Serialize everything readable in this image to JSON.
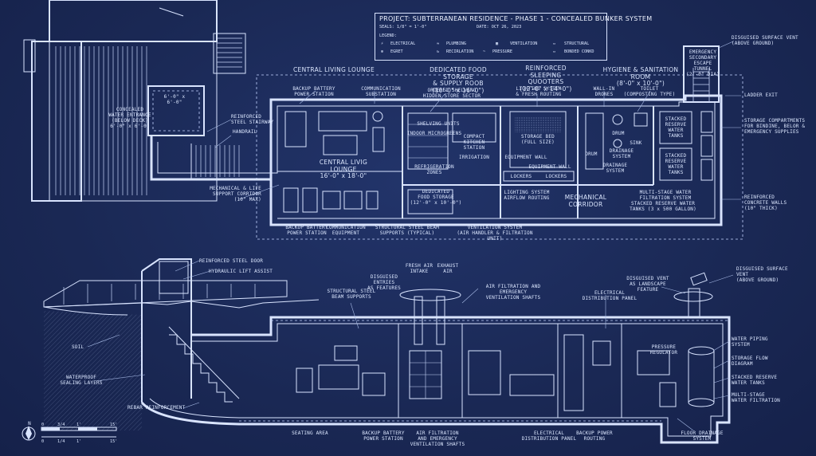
{
  "title": {
    "project": "PROJECT: SUBTERRANEAN RESIDENCE - PHASE 1 - CONCEALED BUNKER SYSTEM",
    "scale": "SEALS: 1/8\" = 1'-0\"",
    "date": "DATE: OCT 26, 2023",
    "legend_heading": "LEGEND:"
  },
  "legend": [
    {
      "symbol": "electrical-icon",
      "label": "ELECTRICAL"
    },
    {
      "symbol": "plumbing-icon",
      "label": "PLUMBING"
    },
    {
      "symbol": "ventilation-icon",
      "label": "VENTILATION"
    },
    {
      "symbol": "structural-icon",
      "label": "STRUCTURAL"
    },
    {
      "symbol": "egress-icon",
      "label": "EGRET"
    },
    {
      "symbol": "recirculation-icon",
      "label": "RECIRLATION"
    },
    {
      "symbol": "pressure-icon",
      "label": "PRESSURE"
    },
    {
      "symbol": "concealed-icon",
      "label": "BONDED CONKD"
    }
  ],
  "plan": {
    "rooms": {
      "central_living_lounge": "CENTRAL LIVING LOUNGE",
      "central_living_lounge_inner": "CENTRAL LIVIG LOUNGE\n16'-0\" x 18'-0\"",
      "food_storage": "DEDICATED FOOD STORAGE\n& SUPPLY ROOB\n(10'-0\" x 16'-0\")",
      "sleeping": "REINFORCED SLEEPING\nQUOOTERS\n(12'-0\" x 14'-0\")",
      "hygiene": "HYGIENE & SANITATION ROOM\n(8'-0\" x 10'-0\")",
      "mechanical_corridor": "MECHANICAL\nCORRIDOR",
      "dedicated_food_storage_lower": "DEDICATED\nFOOD STORAGE\n(12'-0\" x 10'-0\")"
    },
    "callouts": {
      "emergency_tunnel": "EMERGENCY\nSECONDARY\nESCAPE\nTUNNEL\n(2'-0\" DIA)",
      "surface_vent_top": "DISGUISED SURFACE VENT\n(ABOVE GROUND)",
      "ladder_exit": "LADDER EXIT",
      "storage_compartments": "STORAGE COMPARTMENTS\nFOR BINDINE, BELOR &\nEMERGENCY SUPPLIES",
      "reinforced_walls": "REINFORCED\nCONCRETE WALLS\n(10\" THICK)",
      "concealed_hatch": "CONCEALED\nWATER ENTRANCE\n(BELOW DECK)\n6'-0\" x 6'-0\"",
      "hatch_dim": "6'-0\" x 6'-0\"",
      "reinforced_stairway": "REINFORCED\nSTEEL STAIRWAY",
      "handrail": "HANDRAIL",
      "mech_life_support": "MECHANICAL & LIFE\nSUPPORT CORRIDOR\n(10\" MAX)",
      "backup_battery_top": "BACKUP BATTERY\nPOWER STATION",
      "communication_top": "COMMUNICATION\nSUBSTATION",
      "shelving_top": "ORDERED SHELVING\nHIDDEN STORE SECTOR",
      "lighting_top": "LIGHTING SYSTEM\n& FRESH ROUTING",
      "wall_drones": "WALL-IN\nDRONES",
      "toilet": "TOILET\n(COMPOSTING TYPE)",
      "shelving_units": "SHELVING UNITS",
      "indoor_microgreens": "INDOOR MICROGREENS",
      "compact_kitchen": "COMPACT\nKITCHEN\nSTATION",
      "irrigation": "IRRIGATION",
      "refrigeration": "REFRIGERATION ZONES",
      "storage_bed": "STORAGE BED\n(FULL SIZE)",
      "equipment_wall_a": "EQUIPMENT WALL",
      "equipment_wall_b": "EQUIPMENT WALL",
      "lockers_a": "LOCKERS",
      "lockers_b": "LOCKERS",
      "drum_a": "DRUM",
      "drum_b": "DRUM",
      "sink": "SINK",
      "drainage": "DRAINAGE\nSYSTEM",
      "drainage_2": "DRAINAGE\nSYSTEM",
      "stacked_tanks_a": "STACKED\nRESERVE\nWATER\nTANKS",
      "stacked_tanks_b": "STACKED\nRESERVE\nWATER\nTANKS",
      "lighting_airflow": "LIGHTING SYSTEM\nAIRFLOW ROUTING",
      "multistage_plan": "MULTI-STAGE WATER\nFILTRATION SYSTEM",
      "stacked_plan": "STACKED RESERVE WATER\nTANKS (3 x 500 GALLON)",
      "backup_battery_bottom": "BACKUP BATTERY\nPOWER STATION",
      "communication_bottom": "COMMUNICATION\nEQUIPMENT",
      "steel_beam": "STRUCTURAL STEEL BEAM\nSUPPORTS (TYPICAL)",
      "ventilation": "VENTILATION SYSTEM\n(AIR HANDLER & FILTRATION UNIT)"
    }
  },
  "section": {
    "callouts": {
      "steel_door": "REINFORCED STEEL DOOR",
      "hydraulic": "HYDRAULIC LIFT ASSIST",
      "soil": "SOIL",
      "waterproof": "WATERPROOF\nSEALING LAYERS",
      "rebar": "REBAR REINFORCEMENT",
      "structural_steel": "STRUCTURAL STEEL\nBEAM SUPPORTS",
      "disguised_entries": "DISGUISED ENTRIES\nAS FEATURES",
      "fresh_air": "FRESH AIR\nINTAKE",
      "exhaust": "EXHAUST\nAIR",
      "air_filtration_top": "AIR FILTRATION AND EMERGENCY\nVENTILATION SHAFTS",
      "electrical_panel_top": "ELECTRICAL\nDISTRIBUTION PANEL",
      "disguised_vent": "DISGUISED VENT\nAS LANDSCAPE FEATURE",
      "disguised_surface": "DISGUISED SURFACE\nVENT\n(ABOVE GROUND)",
      "pressure_regulator": "PRESSURE\nREGULATOR",
      "water_piping": "WATER PIPING\nSYSTEM",
      "storage_flow": "STORAGE FLOW\nDIAGRAM",
      "stacked_reserve": "STACKED RESERVE\nWATER TANKS",
      "multistage": "MULTI-STAGE\nWATER FILTRATION",
      "floor_drainage": "FLOOR DRAINAGE\nSYSTEM",
      "seating": "SEATING AREA",
      "backup_battery": "BACKUP BATTERY\nPOWER STATION",
      "air_filtration_bottom": "AIR FILTRATION\nAND EMERGENCY\nVENTILATION SHAFTS",
      "electrical_bottom": "ELECTRICAL\nDISTRIBUTION PANEL",
      "backup_power": "BACKUP POWER\nROUTING"
    }
  },
  "scale_bar": {
    "north": "N",
    "ticks_top": [
      "0",
      "3/4",
      "1'",
      "15'"
    ],
    "ticks_bottom": [
      "0",
      "1/4",
      "1'",
      "15'"
    ]
  },
  "colors": {
    "background": "#1b2a58",
    "line": "#d9e4ff"
  }
}
